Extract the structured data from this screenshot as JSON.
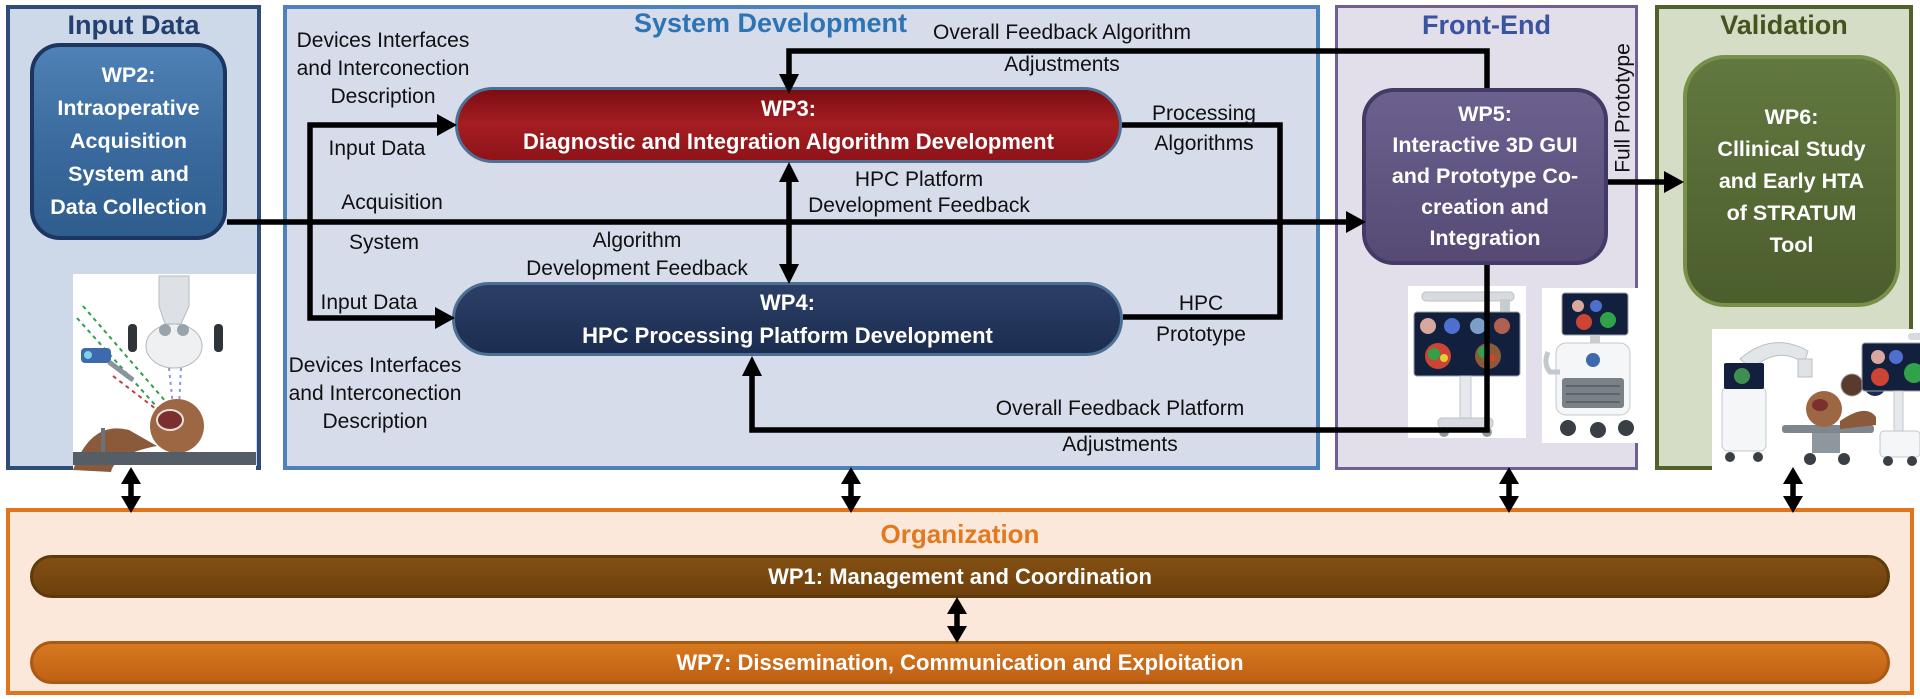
{
  "panels": {
    "input_data": {
      "title": "Input Data",
      "accent": "#24406e"
    },
    "system_development": {
      "title": "System Development",
      "accent": "#2e74b5"
    },
    "front_end": {
      "title": "Front-End",
      "accent": "#3a54a0"
    },
    "validation": {
      "title": "Validation",
      "accent": "#44541f"
    },
    "organization": {
      "title": "Organization",
      "accent": "#e2791f"
    }
  },
  "work_packages": {
    "wp1": {
      "label": "WP1: Management and Coordination",
      "color": "#7a4a12"
    },
    "wp2": {
      "lines": [
        "WP2:",
        "Intraoperative",
        "Acquisition",
        "System and",
        "Data Collection"
      ],
      "color": "#3f6fa4"
    },
    "wp3": {
      "lines": [
        "WP3:",
        "Diagnostic and Integration Algorithm Development"
      ],
      "color": "#9a1a1d"
    },
    "wp4": {
      "lines": [
        "WP4:",
        "HPC Processing Platform Development"
      ],
      "color": "#21355b"
    },
    "wp5": {
      "lines": [
        "WP5:",
        "Interactive 3D GUI",
        "and Prototype Co-",
        "creation and",
        "Integration"
      ],
      "color": "#5d5181"
    },
    "wp6": {
      "lines": [
        "WP6:",
        "Cllinical Study",
        "and Early HTA",
        "of STRATUM",
        "Tool"
      ],
      "color": "#56682f"
    },
    "wp7": {
      "label": "WP7: Dissemination, Communication and Exploitation",
      "color": "#ce6c1a"
    }
  },
  "flow_labels": {
    "devices_top": [
      "Devices Interfaces",
      "and Interconection",
      "Description"
    ],
    "input_data_top": "Input Data",
    "acquisition": "Acquisition",
    "system": "System",
    "input_data_bottom": "Input Data",
    "devices_bottom": [
      "Devices Interfaces",
      "and Interconection",
      "Description"
    ],
    "overall_feedback_algorithm": [
      "Overall Feedback Algorithm",
      "Adjustments"
    ],
    "hpc_platform_feedback": [
      "HPC Platform",
      "Development Feedback"
    ],
    "algorithm_feedback": [
      "Algorithm",
      "Development Feedback"
    ],
    "processing_algorithms": [
      "Processing",
      "Algorithms"
    ],
    "hpc_prototype": [
      "HPC",
      "Prototype"
    ],
    "overall_feedback_platform": [
      "Overall Feedback Platform",
      "Adjustments"
    ],
    "full_prototype": "Full Prototype"
  }
}
